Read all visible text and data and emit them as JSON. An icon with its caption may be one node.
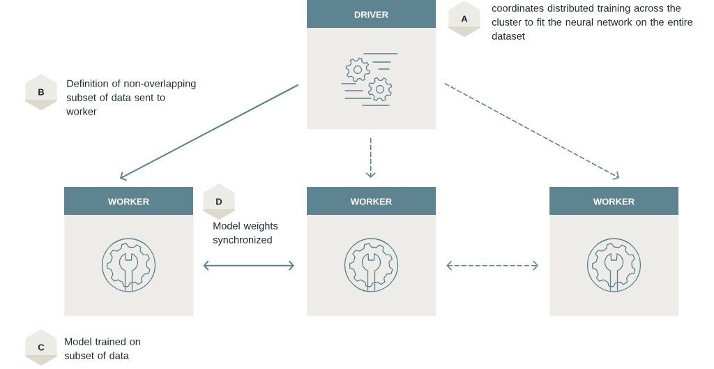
{
  "diagram": {
    "nodes": [
      {
        "text": [
          "DRIVER"
        ]
      },
      {
        "text": [
          "WORKER"
        ]
      },
      {
        "text": [
          "WORKER"
        ]
      },
      {
        "text": [
          "WORKER"
        ]
      },
      {
        "text": [
          "A"
        ],
        "beside": [
          "coordinates distributed training across the cluster to fit the neural network on the entire dataset"
        ]
      },
      {
        "text": [
          "B"
        ],
        "beside": [
          "Definition of non-overlapping subset of data sent to worker"
        ]
      },
      {
        "text": [
          "D"
        ],
        "beside": [
          "Model weights synchronized"
        ]
      },
      {
        "text": [
          "C"
        ],
        "beside": [
          "Model trained on subset of data"
        ]
      }
    ],
    "edges": [
      {
        "from": 0,
        "to": 1,
        "arrow": "to"
      },
      {
        "from": 0,
        "to": 2,
        "arrow": "to",
        "style": "dashed"
      },
      {
        "from": 0,
        "to": 3,
        "arrow": "to",
        "style": "dashed"
      },
      {
        "from": 1,
        "to": 2,
        "arrow": "both"
      },
      {
        "from": 2,
        "to": 3,
        "arrow": "both",
        "style": "dashed"
      }
    ]
  }
}
